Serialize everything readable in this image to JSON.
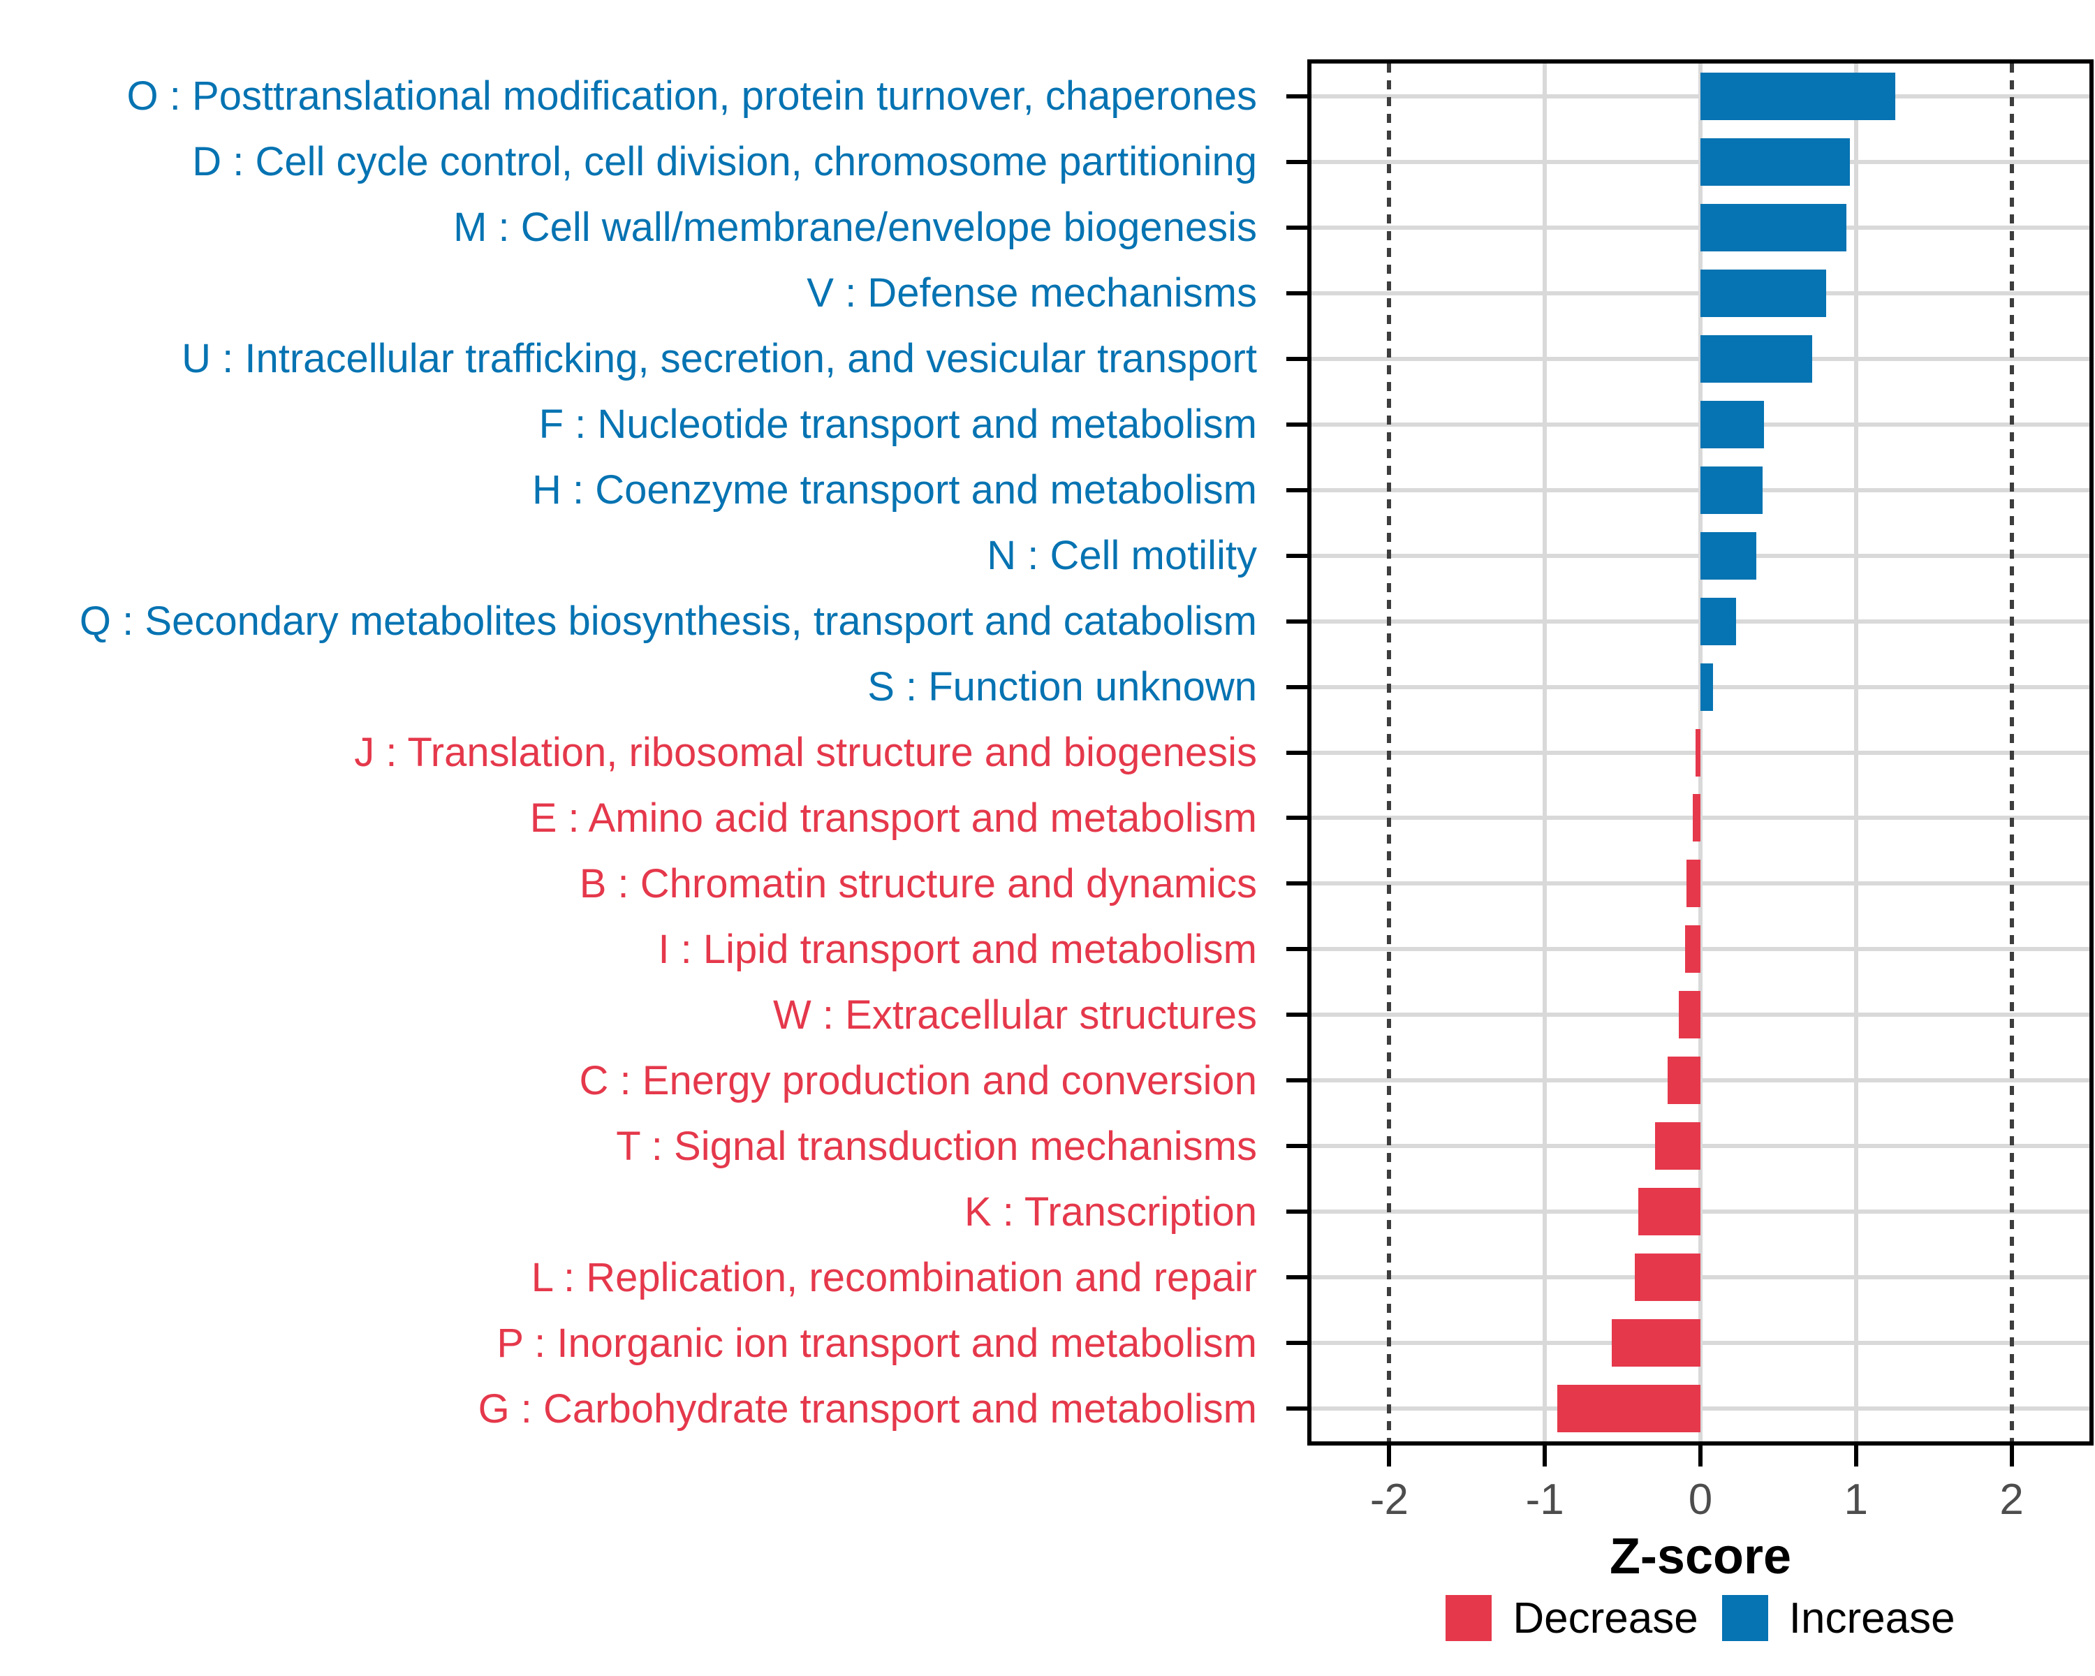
{
  "chart_data": {
    "type": "bar",
    "orientation": "horizontal",
    "title": "",
    "xlabel": "Z-score",
    "ylabel": "",
    "xlim": [
      -2.5,
      2.5
    ],
    "x_ticks": [
      -2,
      -1,
      0,
      1,
      2
    ],
    "x_tick_labels": [
      "-2",
      "-1",
      "0",
      "1",
      "2"
    ],
    "major_gridlines_x": [
      -1,
      0,
      1
    ],
    "threshold_lines_x": [
      -2,
      2
    ],
    "grid": "light gray major gridlines; horizontal gridline at each category row; dark dotted vertical threshold lines at -2 and +2",
    "legend_position": "bottom-center",
    "colors": {
      "increase": "#0673B2",
      "decrease": "#E5384B",
      "gridline": "#D9D9D9",
      "threshold_line": "#3D3D3D",
      "axis_text": "#4D4D4D",
      "axis_title": "#000000",
      "panel_border": "#000000"
    },
    "categories": [
      {
        "label": "O : Posttranslational modification, protein turnover, chaperones",
        "value": 1.25,
        "direction": "increase"
      },
      {
        "label": "D : Cell cycle control, cell division, chromosome partitioning",
        "value": 0.96,
        "direction": "increase"
      },
      {
        "label": "M : Cell wall/membrane/envelope biogenesis",
        "value": 0.94,
        "direction": "increase"
      },
      {
        "label": "V : Defense mechanisms",
        "value": 0.81,
        "direction": "increase"
      },
      {
        "label": "U : Intracellular trafficking, secretion, and vesicular transport",
        "value": 0.72,
        "direction": "increase"
      },
      {
        "label": "F : Nucleotide transport and metabolism",
        "value": 0.41,
        "direction": "increase"
      },
      {
        "label": "H : Coenzyme transport and metabolism",
        "value": 0.4,
        "direction": "increase"
      },
      {
        "label": "N : Cell motility",
        "value": 0.36,
        "direction": "increase"
      },
      {
        "label": "Q : Secondary metabolites biosynthesis, transport and catabolism",
        "value": 0.23,
        "direction": "increase"
      },
      {
        "label": "S : Function unknown",
        "value": 0.08,
        "direction": "increase"
      },
      {
        "label": "J : Translation, ribosomal structure and biogenesis",
        "value": -0.03,
        "direction": "decrease"
      },
      {
        "label": "E : Amino acid transport and metabolism",
        "value": -0.05,
        "direction": "decrease"
      },
      {
        "label": "B : Chromatin structure and dynamics",
        "value": -0.09,
        "direction": "decrease"
      },
      {
        "label": "I : Lipid transport and metabolism",
        "value": -0.1,
        "direction": "decrease"
      },
      {
        "label": "W : Extracellular structures",
        "value": -0.14,
        "direction": "decrease"
      },
      {
        "label": "C : Energy production and conversion",
        "value": -0.21,
        "direction": "decrease"
      },
      {
        "label": "T : Signal transduction mechanisms",
        "value": -0.29,
        "direction": "decrease"
      },
      {
        "label": "K : Transcription",
        "value": -0.4,
        "direction": "decrease"
      },
      {
        "label": "L : Replication, recombination and repair",
        "value": -0.42,
        "direction": "decrease"
      },
      {
        "label": "P : Inorganic ion transport and metabolism",
        "value": -0.57,
        "direction": "decrease"
      },
      {
        "label": "G : Carbohydrate transport and metabolism",
        "value": -0.92,
        "direction": "decrease"
      }
    ]
  },
  "legend": {
    "items": [
      {
        "label": "Decrease",
        "color": "#E5384B",
        "key": "decrease"
      },
      {
        "label": "Increase",
        "color": "#0673B2",
        "key": "increase"
      }
    ]
  }
}
